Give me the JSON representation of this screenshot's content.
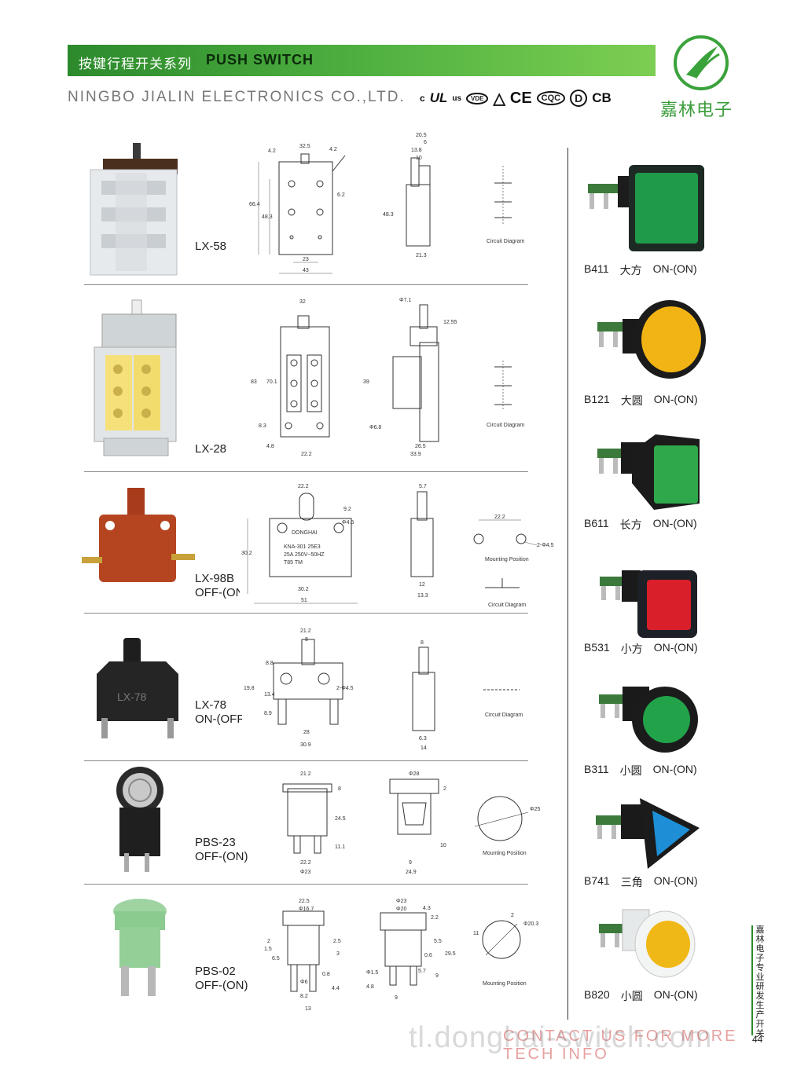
{
  "header": {
    "series_cn": "按键行程开关系列",
    "series_en": "PUSH SWITCH",
    "company": "NINGBO JIALIN ELECTRONICS CO.,LTD.",
    "brand_cn": "嘉林电子",
    "certs": [
      "c",
      "UL",
      "us",
      "VDE",
      "△",
      "CE",
      "CQC",
      "D",
      "CB"
    ]
  },
  "products": [
    {
      "model": "LX-58",
      "state": "",
      "circuit_label": "Circuit Diagram",
      "dims": [
        "32.5",
        "4.2",
        "4.2",
        "66.4",
        "48.3",
        "6.2",
        "23",
        "43",
        "20.5",
        "6",
        "13.8",
        "10",
        "48.3",
        "21.3"
      ]
    },
    {
      "model": "LX-28",
      "state": "",
      "circuit_label": "Circuit Diagram",
      "dims": [
        "32",
        "83",
        "70.1",
        "8.3",
        "4.8",
        "22.2",
        "Φ7.1",
        "12.55",
        "39",
        "Φ6.8",
        "26.5",
        "33.9"
      ]
    },
    {
      "model": "LX-98B",
      "state": "OFF-(ON)",
      "circuit_label": "Circuit Diagram",
      "mount_label": "Mounting Position",
      "dims": [
        "22.2",
        "9.2",
        "Φ4.5",
        "30.2",
        "30.2",
        "51",
        "5.7",
        "12",
        "13.3",
        "22.2",
        "2-Φ4.5"
      ],
      "marking": [
        "DONGHAI",
        "KNA-301 25E3",
        "25A 250V~50HZ",
        "T85 TM"
      ]
    },
    {
      "model": "LX-78",
      "state": "ON-(OFF)",
      "circuit_label": "Circuit Diagram",
      "dims": [
        "21.2",
        "8",
        "8.8",
        "19.8",
        "13.4",
        "8.9",
        "2-Φ4.5",
        "28",
        "30.9",
        "8",
        "6.3",
        "14"
      ],
      "body_text": "LX-78"
    },
    {
      "model": "PBS-23",
      "state": "OFF-(ON)",
      "mount_label": "Mounting Position",
      "dims": [
        "21.2",
        "8",
        "24.5",
        "11.1",
        "22.2",
        "Φ23",
        "Φ28",
        "2",
        "10",
        "9",
        "24.9",
        "Φ25"
      ]
    },
    {
      "model": "PBS-02",
      "state": "OFF-(ON)",
      "mount_label": "Mounting Position",
      "dims": [
        "22.5",
        "Φ16.7",
        "2",
        "1.5",
        "6.5",
        "2.5",
        "3",
        "0.8",
        "Φ6",
        "8.2",
        "13",
        "4.4",
        "Φ23",
        "Φ20",
        "4.3",
        "2.2",
        "5.5",
        "29.5",
        "0.6",
        "5.7",
        "9",
        "Φ1.5",
        "4.8",
        "9",
        "2",
        "Φ20.3",
        "11"
      ]
    }
  ],
  "buttons": [
    {
      "code": "B411",
      "cn": "大方",
      "state": "ON-(ON)",
      "color": "#1f9a4a",
      "shape": "square"
    },
    {
      "code": "B121",
      "cn": "大圆",
      "state": "ON-(ON)",
      "color": "#f2b414",
      "shape": "round"
    },
    {
      "code": "B611",
      "cn": "长方",
      "state": "ON-(ON)",
      "color": "#2ea84a",
      "shape": "rect"
    },
    {
      "code": "B531",
      "cn": "小方",
      "state": "ON-(ON)",
      "color": "#d81f2a",
      "shape": "square-small"
    },
    {
      "code": "B311",
      "cn": "小圆",
      "state": "ON-(ON)",
      "color": "#22a34a",
      "shape": "round-small"
    },
    {
      "code": "B741",
      "cn": "三角",
      "state": "ON-(ON)",
      "color": "#1e8fd6",
      "shape": "triangle"
    },
    {
      "code": "B820",
      "cn": "小圆",
      "state": "ON-(ON)",
      "color": "#f0b816",
      "shape": "round-white"
    }
  ],
  "side_text": "嘉林电子专业研发生产开关",
  "page_number": "44",
  "footer": "CONTACT US FOR MORE TECH INFO",
  "watermark": "tl.donghai-switch.com"
}
